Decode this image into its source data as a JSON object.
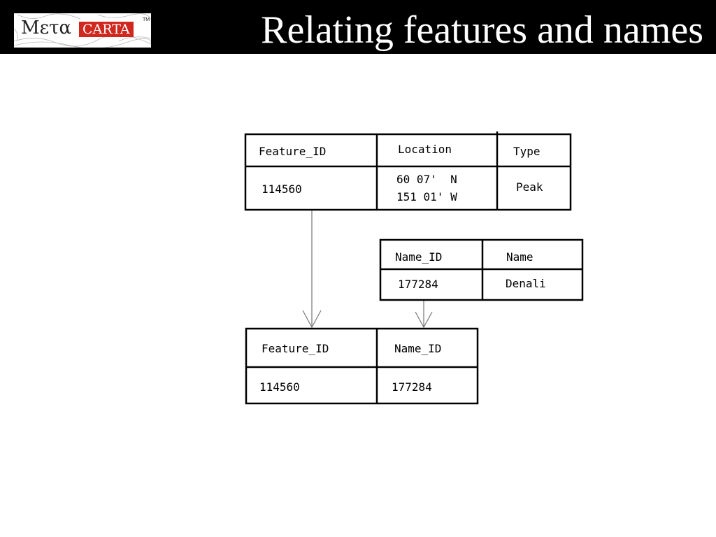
{
  "slide": {
    "title": "Relating features and names",
    "logo": {
      "greek_text": "Μετα",
      "brand_text": "CARTA",
      "trademark": "TM",
      "brand_color": "#d0281f"
    }
  },
  "diagram": {
    "feature_table": {
      "headers": [
        "Feature_ID",
        "Location",
        "Type"
      ],
      "row": {
        "feature_id": "114560",
        "location_lat": "60 07'  N",
        "location_lon": "151 01' W",
        "type": "Peak"
      }
    },
    "name_table": {
      "headers": [
        "Name_ID",
        "Name"
      ],
      "row": {
        "name_id": "177284",
        "name": "Denali"
      }
    },
    "link_table": {
      "headers": [
        "Feature_ID",
        "Name_ID"
      ],
      "row": {
        "feature_id": "114560",
        "name_id": "177284"
      }
    },
    "arrow_color": "#808080"
  }
}
